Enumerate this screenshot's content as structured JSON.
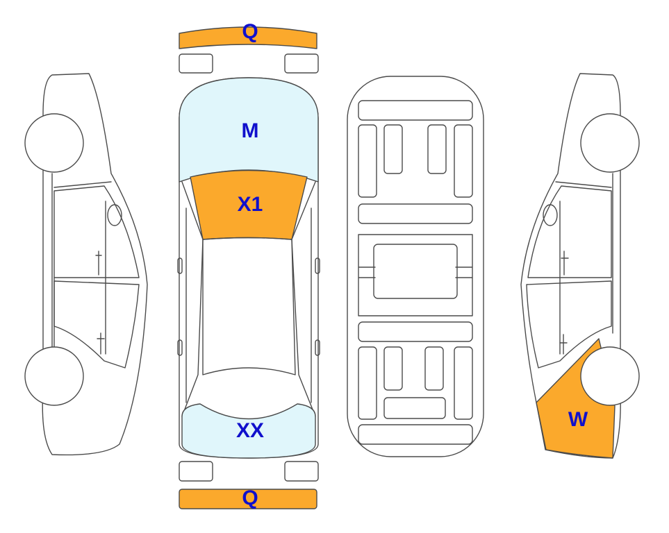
{
  "colors": {
    "damage": "#FBA92C",
    "light_zone": "#E0F6FB",
    "label_text": "#1010CC",
    "outline": "#4a4a4a"
  },
  "labels": {
    "front_bumper": "Q",
    "hood": "M",
    "windshield": "X1",
    "rear_window": "XX",
    "rear_bumper": "Q",
    "right_rear_quarter": "W"
  }
}
